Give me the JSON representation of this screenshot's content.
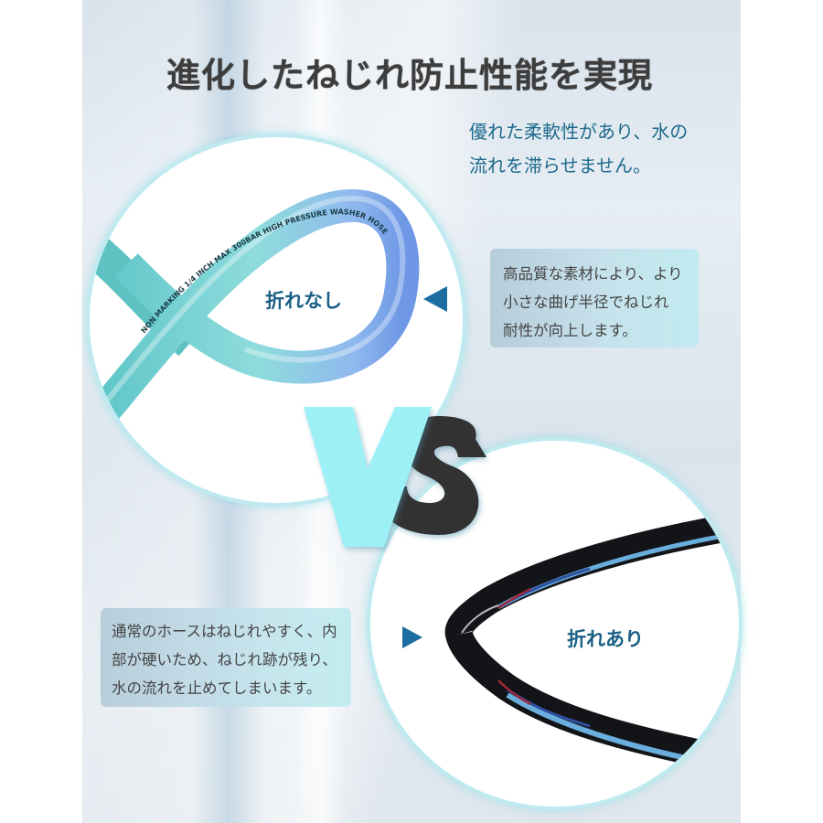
{
  "title": "進化したねじれ防止性能を実現",
  "intro": {
    "lines": [
      "優れた柔軟性があり、水の",
      "流れを滞らせません。"
    ]
  },
  "good_hose": {
    "label": "折れなし",
    "caption_lines": [
      "高品質な素材により、より",
      "小さな曲げ半径でねじれ",
      "耐性が向上します。"
    ],
    "hose_print_text": "NON MARKING 1/4 INCH MAX 300BAR HIGH PRESSURE WASHER HOSE",
    "hose_color": "#7fd3d6",
    "pointer": "triangle-left"
  },
  "bad_hose": {
    "label": "折れあり",
    "caption_lines": [
      "通常のホースはねじれやすく、内",
      "部が硬いため、ねじれ跡が残り、",
      "水の流れを止めてしまいます。"
    ],
    "hose_color": "#111418",
    "pointer": "triangle-right"
  },
  "vs": {
    "v": "V",
    "s": "S",
    "v_color": "#9ef0f7",
    "s_color": "#333333"
  },
  "colors": {
    "title": "#3d3d3d",
    "accent_blue": "#1c6ea1",
    "label_blue": "#1b5f86",
    "intro_text": "#1e6a8c",
    "circle_glow": "#bfeaf0"
  }
}
